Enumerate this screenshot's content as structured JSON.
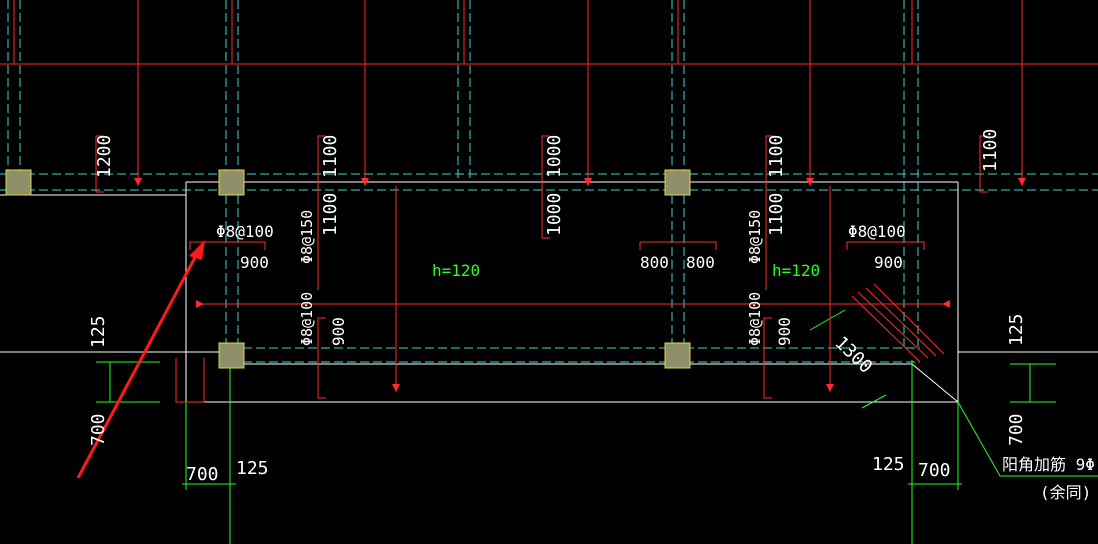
{
  "colors": {
    "background": "#000000",
    "rebar_red": "#ff2a2a",
    "axis_cyan": "#3fd4d4",
    "dim_green": "#22ff22",
    "text_white": "#ffffff",
    "column_fill": "#8f8f6a",
    "outline_white": "#ffffff",
    "arrow_red": "#ff1a1a"
  },
  "labels": {
    "len_1200": "1200",
    "len_1100_a": "1100",
    "len_1100_b": "1100",
    "len_1000_a": "1000",
    "len_1000_b": "1000",
    "len_1100_c": "1100",
    "len_1100_d": "1100",
    "len_1100_e": "1100",
    "rebar_left_top": "Φ8@100",
    "len_900_left": "900",
    "rebar_vert_150_a": "Φ8@150",
    "slab_h_left": "h=120",
    "len_800_a": "800",
    "len_800_b": "800",
    "rebar_vert_150_b": "Φ8@150",
    "slab_h_right": "h=120",
    "rebar_right_top": "Φ8@100",
    "len_900_right": "900",
    "rebar_vert_100_a": "Φ8@100",
    "len_900_mid_a": "900",
    "rebar_vert_100_b": "Φ8@100",
    "len_900_mid_b": "900",
    "len_1300": "1300",
    "dim_125_left": "125",
    "dim_700_left_vert": "700",
    "dim_700_left_horiz": "700",
    "dim_125_bottom_left": "125",
    "dim_125_right": "125",
    "dim_700_right_vert": "700",
    "dim_125_bottom_right": "125",
    "dim_700_right_horiz": "700",
    "corner_note": "阳角加筋 9Φ",
    "corner_note_sub": "(余同)"
  }
}
